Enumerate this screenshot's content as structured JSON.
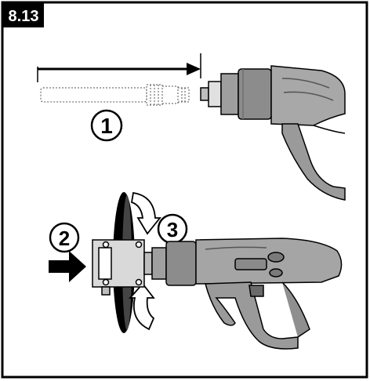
{
  "figure": {
    "number": "8.13"
  },
  "steps": [
    {
      "label": "1",
      "icon": "remove-barrel-arrow"
    },
    {
      "label": "2",
      "icon": "push-arrow"
    },
    {
      "label": "3",
      "icon": "rotate-arrows"
    }
  ],
  "colors": {
    "ink": "#000000",
    "tool_gray": "#8c8c8c",
    "tool_light": "#bdbdbd",
    "tool_dark": "#5a5a5a",
    "background": "#ffffff"
  }
}
